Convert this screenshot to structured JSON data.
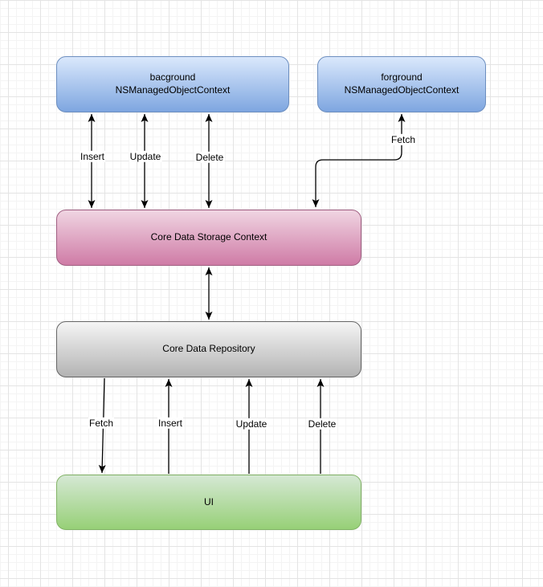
{
  "diagram": {
    "nodes": {
      "background_ctx": {
        "lines": [
          "bacground",
          "NSManagedObjectContext"
        ]
      },
      "foreground_ctx": {
        "lines": [
          "forground",
          "NSManagedObjectContext"
        ]
      },
      "storage_ctx": {
        "label": "Core Data Storage Context"
      },
      "repository": {
        "label": "Core Data Repository"
      },
      "ui": {
        "label": "UI"
      }
    },
    "edge_labels": {
      "insert_top": "Insert",
      "update_top": "Update",
      "delete_top": "Delete",
      "fetch_top": "Fetch",
      "fetch_bottom": "Fetch",
      "insert_bottom": "Insert",
      "update_bottom": "Update",
      "delete_bottom": "Delete"
    },
    "colors": {
      "canvas_bg": "#ffffff",
      "grid_minor": "#f4f4f4",
      "grid_major": "#e4e4e4",
      "edge_stroke": "#000000",
      "blue_fill_top": "#dae8fc",
      "blue_fill_bottom": "#7ea6e0",
      "blue_stroke": "#6c8ebf",
      "pink_fill_top": "#f0d5e2",
      "pink_fill_bottom": "#cf7ba6",
      "pink_stroke": "#a05f82",
      "gray_fill_top": "#f5f5f5",
      "gray_fill_bottom": "#b3b3b3",
      "gray_stroke": "#666666",
      "green_fill_top": "#d5e8d4",
      "green_fill_bottom": "#97d077",
      "green_stroke": "#82b366"
    }
  }
}
